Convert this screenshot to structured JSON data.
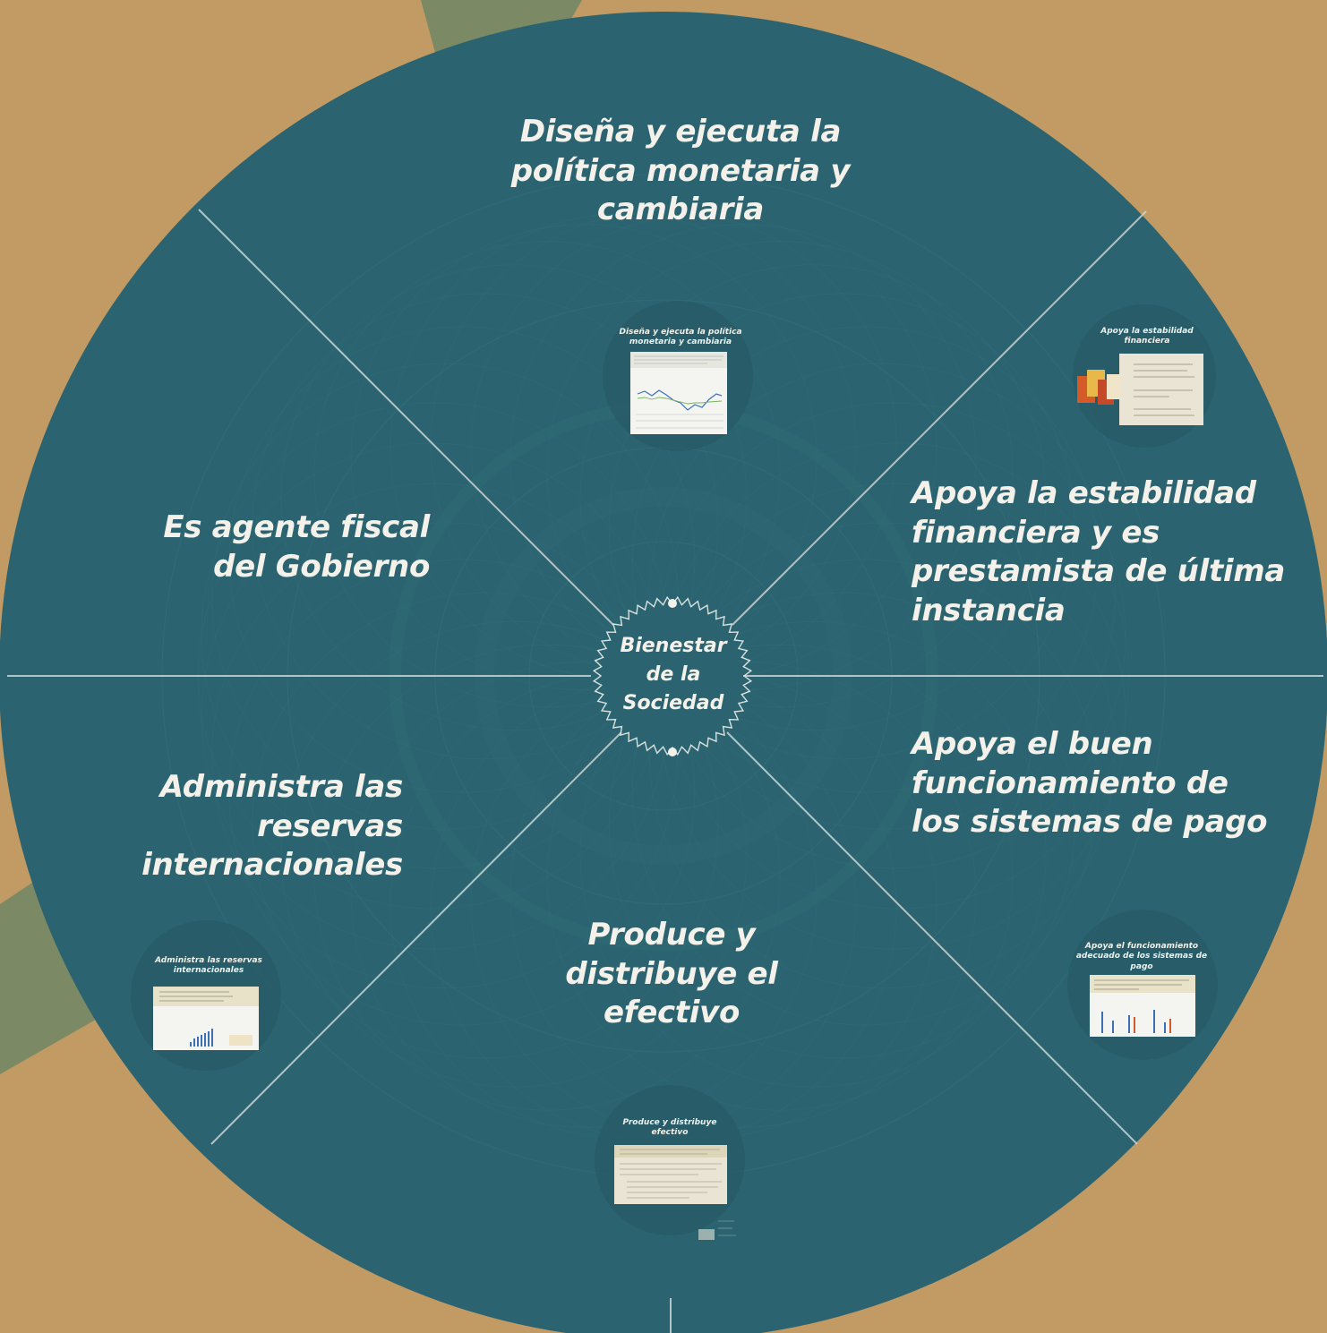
{
  "diagram": {
    "center": {
      "lines": [
        "Bienestar",
        "de la",
        "Sociedad"
      ]
    },
    "segments": [
      {
        "id": "top",
        "lines": [
          "Diseña y ejecuta la",
          "política monetaria y",
          "cambiaria"
        ]
      },
      {
        "id": "top-right",
        "lines": [
          "Apoya la estabilidad",
          "financiera y es",
          "prestamista de última",
          "instancia"
        ]
      },
      {
        "id": "bottom-right",
        "lines": [
          "Apoya el buen",
          "funcionamiento de",
          "los sistemas de pago"
        ]
      },
      {
        "id": "bottom",
        "lines": [
          "Produce y",
          "distribuye el",
          "efectivo"
        ]
      },
      {
        "id": "bottom-left",
        "lines": [
          "Administra las",
          "reservas",
          "internacionales"
        ]
      },
      {
        "id": "top-left",
        "lines": [
          "Es agente fiscal",
          "del Gobierno"
        ]
      }
    ],
    "thumbnails": [
      {
        "id": "monetaria",
        "title": [
          "Diseña y ejecuta la política",
          "monetaria y cambiaria"
        ]
      },
      {
        "id": "estabilidad",
        "title": [
          "Apoya la estabilidad",
          "financiera"
        ]
      },
      {
        "id": "reservas",
        "title": [
          "Administra las reservas",
          "internacionales"
        ]
      },
      {
        "id": "pagos",
        "title": [
          "Apoya el funcionamiento",
          "adecuado de los sistemas de pago"
        ]
      },
      {
        "id": "efectivo",
        "title": [
          "Produce y distribuye",
          "efectivo"
        ]
      }
    ]
  },
  "colors": {
    "background": "#c29a63",
    "circle": "#2b6470",
    "circle_dark": "#265a66",
    "divider": "#c9d6d6",
    "text": "#f3f1ea",
    "band": "#7b8a64"
  }
}
